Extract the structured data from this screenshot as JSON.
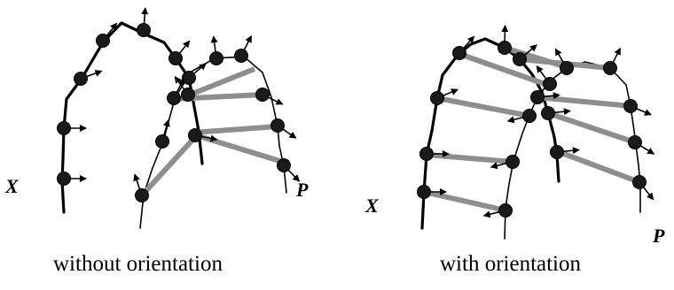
{
  "panels": [
    {
      "caption": "without orientation",
      "label_left": "X",
      "label_right": "P"
    },
    {
      "caption": "with orientation",
      "label_left": "X",
      "label_right": "P"
    }
  ],
  "colors": {
    "curve": "#000000",
    "correspondence": "#8e8e8e",
    "node": "#1a1a1a"
  }
}
